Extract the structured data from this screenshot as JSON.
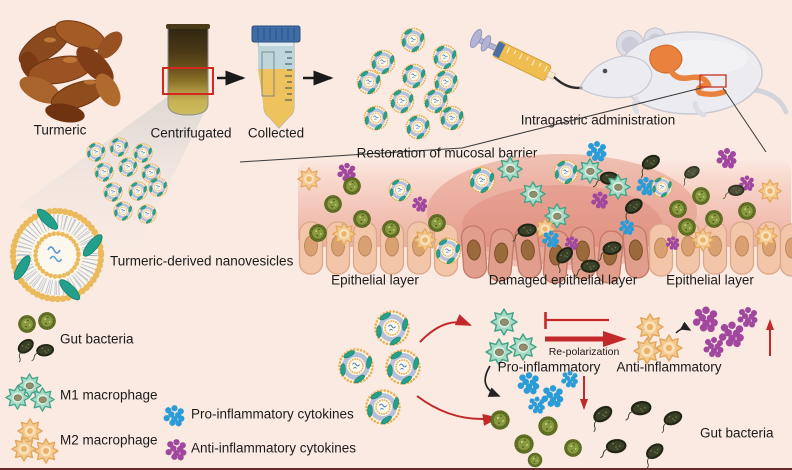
{
  "colors": {
    "background": "#fbeae1",
    "arrow_red": "#c3282a",
    "arrow_black": "#1a1a1a",
    "pro_cytokine_blue": "#2b9cd8",
    "anti_cytokine_purple": "#a1479e",
    "vesicle_ring_orange": "#e8b253",
    "protein_teal": "#25a08d",
    "mucosa_pink": "#f0bcae"
  },
  "icons": {
    "nanovesicle": "dashed-lipid-ring-with-teal-proteins",
    "m1_macrophage": "teal-star-cell",
    "m2_macrophage": "tan-star-cell",
    "gut_bacteria_green": "green-fuzzy-microbe",
    "gut_bacteria_dark": "dark-flagellated-microbe",
    "pro_cytokines": "blue-dot-cluster",
    "anti_cytokines": "purple-dot-cluster"
  },
  "process": {
    "turmeric": "Turmeric",
    "centrifuged": "Centrifugated",
    "collected": "Collected",
    "administration": "Intragastric administration"
  },
  "nanovesicle": {
    "label": "Turmeric-derived nanovesicles"
  },
  "mucosa_panel": {
    "title": "Restoration of mucosal barrier",
    "left": "Epithelial layer",
    "center": "Damaged epithelial layer",
    "right": "Epithelial layer"
  },
  "legend": {
    "gut_bacteria": "Gut bacteria",
    "m1": "M1 macrophage",
    "m2": "M2 macrophage",
    "pro": "Pro-inflammatory cytokines",
    "anti": "Anti-inflammatory cytokines"
  },
  "mechanism": {
    "repolarization": "Re-polarization",
    "pro": "Pro-inflammatory",
    "anti": "Anti-inflammatory",
    "gut_bacteria": "Gut bacteria"
  }
}
